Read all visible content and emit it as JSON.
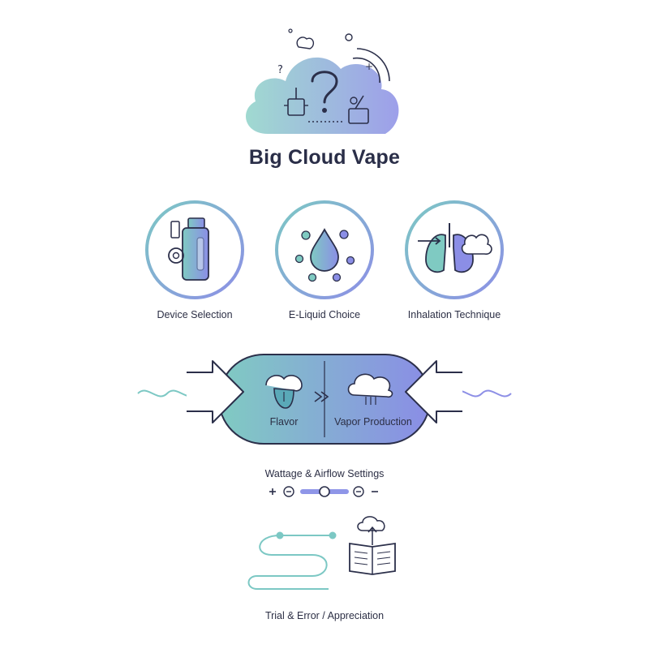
{
  "title": "Big Cloud Vape",
  "factors": [
    {
      "label": "Device Selection",
      "icon": "vape-device-icon"
    },
    {
      "label": "E-Liquid Choice",
      "icon": "e-liquid-drop-icon"
    },
    {
      "label": "Inhalation Technique",
      "icon": "lungs-icon"
    }
  ],
  "balance": {
    "left_label": "Flavor",
    "right_label": "Vapor Production",
    "left_icon": "tongue-icon",
    "right_icon": "vapor-cloud-icon"
  },
  "settings": {
    "label": "Wattage & Airflow Settings",
    "plus_symbol": "+",
    "minus_symbol": "−"
  },
  "journey": {
    "label": "Trial & Error / Appreciation",
    "icon": "book-cloud-icon"
  },
  "colors": {
    "teal": "#7cc8c4",
    "purple": "#8d8fe6",
    "outline": "#2b2f4a",
    "slider": "#8f96e8"
  }
}
